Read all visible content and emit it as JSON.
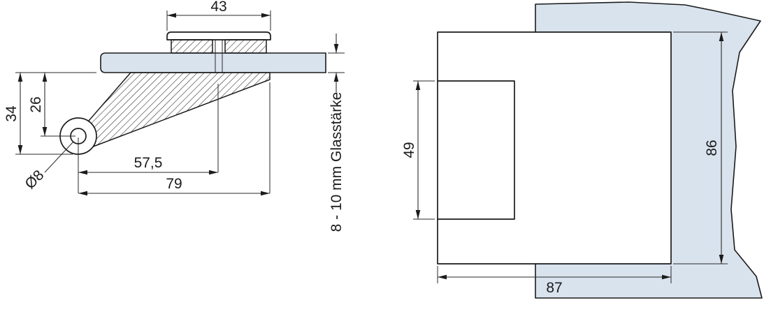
{
  "drawing": {
    "left_view": {
      "labels": {
        "top_width": "43",
        "overall_height": "34",
        "pivot_height": "26",
        "pivot_hole_diameter": "Ø8",
        "pivot_to_screw": "57,5",
        "overall_depth": "79",
        "glass_thickness_note": "8 - 10 mm Glasstärke"
      }
    },
    "right_view": {
      "labels": {
        "notch_height": "49",
        "body_height": "86",
        "body_width": "87"
      }
    },
    "colors": {
      "glass_fill": "#d9e3ee",
      "line": "#1b1b1b",
      "text": "#1b1b1b",
      "background": "#ffffff"
    }
  }
}
